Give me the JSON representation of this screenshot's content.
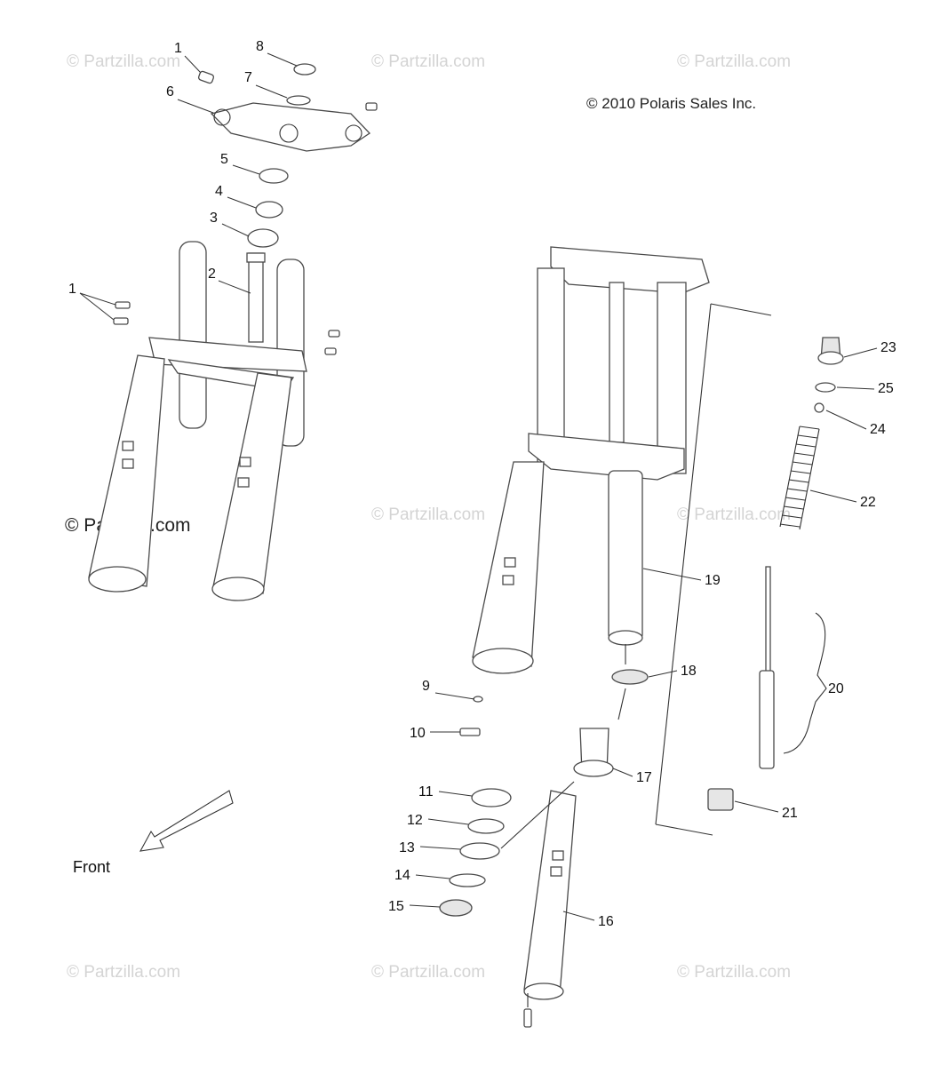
{
  "watermark": {
    "text": "© Partzilla.com",
    "prominent_text": "© Partzilla.com"
  },
  "copyright": "© 2010 Polaris Sales Inc.",
  "direction_label": "Front",
  "callouts": [
    "1",
    "8",
    "7",
    "6",
    "5",
    "4",
    "3",
    "2",
    "1",
    "23",
    "25",
    "24",
    "22",
    "19",
    "18",
    "20",
    "9",
    "10",
    "17",
    "11",
    "12",
    "13",
    "14",
    "15",
    "16",
    "21"
  ]
}
